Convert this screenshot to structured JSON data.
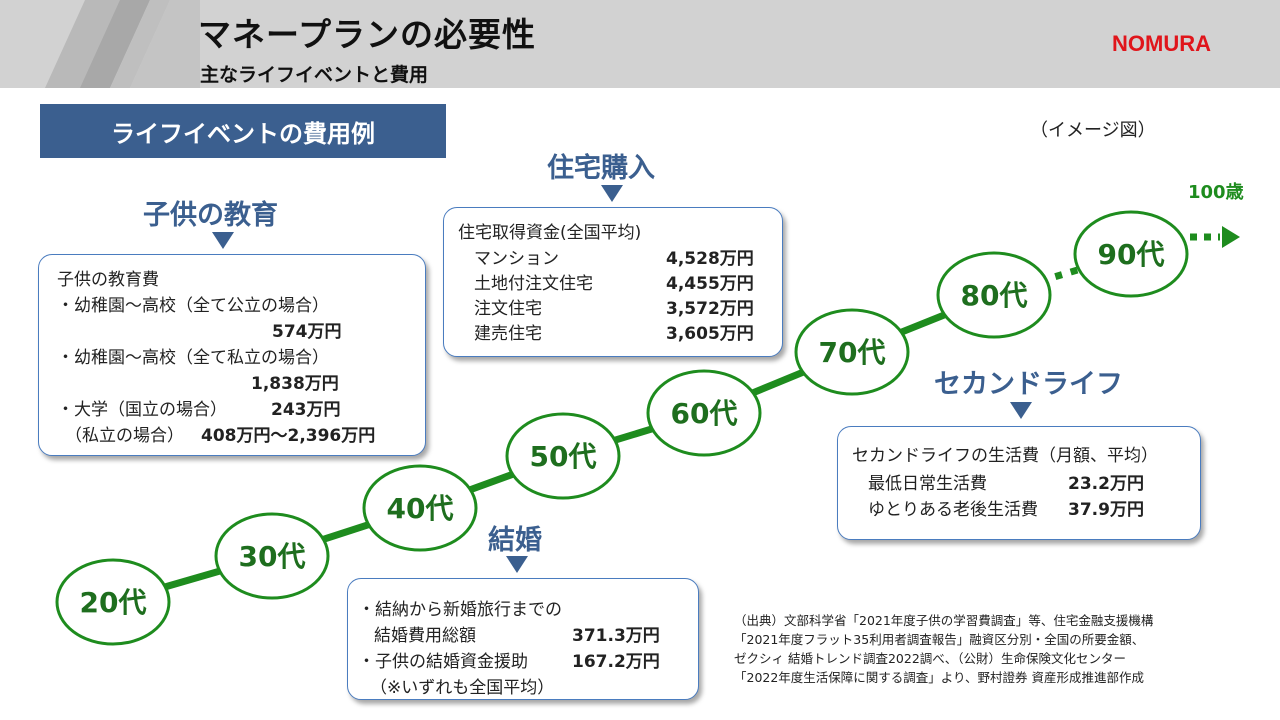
{
  "header": {
    "title": "マネープランの必要性",
    "subtitle": "主なライフイベントと費用",
    "logo": "NOMURA"
  },
  "section_tab": "ライフイベントの費用例",
  "image_note": "（イメージ図）",
  "age_end_label": "100歳",
  "decades": [
    "20代",
    "30代",
    "40代",
    "50代",
    "60代",
    "70代",
    "80代",
    "90代"
  ],
  "colors": {
    "timeline": "#1e8c1e",
    "heading": "#3b5f8f",
    "box_border": "#4a7cbf",
    "brand": "#e0151b"
  },
  "education": {
    "heading": "子供の教育",
    "box_title": "子供の教育費",
    "item1_label": "・幼稚園～高校（全て公立の場合）",
    "item1_value": "574万円",
    "item2_label": "・幼稚園～高校（全て私立の場合）",
    "item2_value": "1,838万円",
    "item3_label": "・大学（国立の場合）",
    "item3_value": "243万円",
    "item4_label": "（私立の場合）",
    "item4_value": "408万円～2,396万円"
  },
  "housing": {
    "heading": "住宅購入",
    "box_title": "住宅取得資金(全国平均)",
    "items": [
      {
        "label": "マンション",
        "value": "4,528万円"
      },
      {
        "label": "土地付注文住宅",
        "value": "4,455万円"
      },
      {
        "label": "注文住宅",
        "value": "3,572万円"
      },
      {
        "label": "建売住宅",
        "value": "3,605万円"
      }
    ]
  },
  "marriage": {
    "heading": "結婚",
    "line1": "・結納から新婚旅行までの",
    "line2_label": "結婚費用総額",
    "line2_value": "371.3万円",
    "line3_label": "・子供の結婚資金援助",
    "line3_value": "167.2万円",
    "line4": "（※いずれも全国平均）"
  },
  "second_life": {
    "heading": "セカンドライフ",
    "box_title": "セカンドライフの生活費（月額、平均）",
    "items": [
      {
        "label": "最低日常生活費",
        "value": "23.2万円"
      },
      {
        "label": "ゆとりある老後生活費",
        "value": "37.9万円"
      }
    ]
  },
  "source": [
    "（出典）文部科学省「2021年度子供の学習費調査」等、住宅金融支援機構",
    "「2021年度フラット35利用者調査報告」融資区分別・全国の所要金額、",
    "ゼクシィ 結婚トレンド調査2022調べ、（公財）生命保険文化センター",
    "「2022年度生活保障に関する調査」より、野村證券 資産形成推進部作成"
  ]
}
